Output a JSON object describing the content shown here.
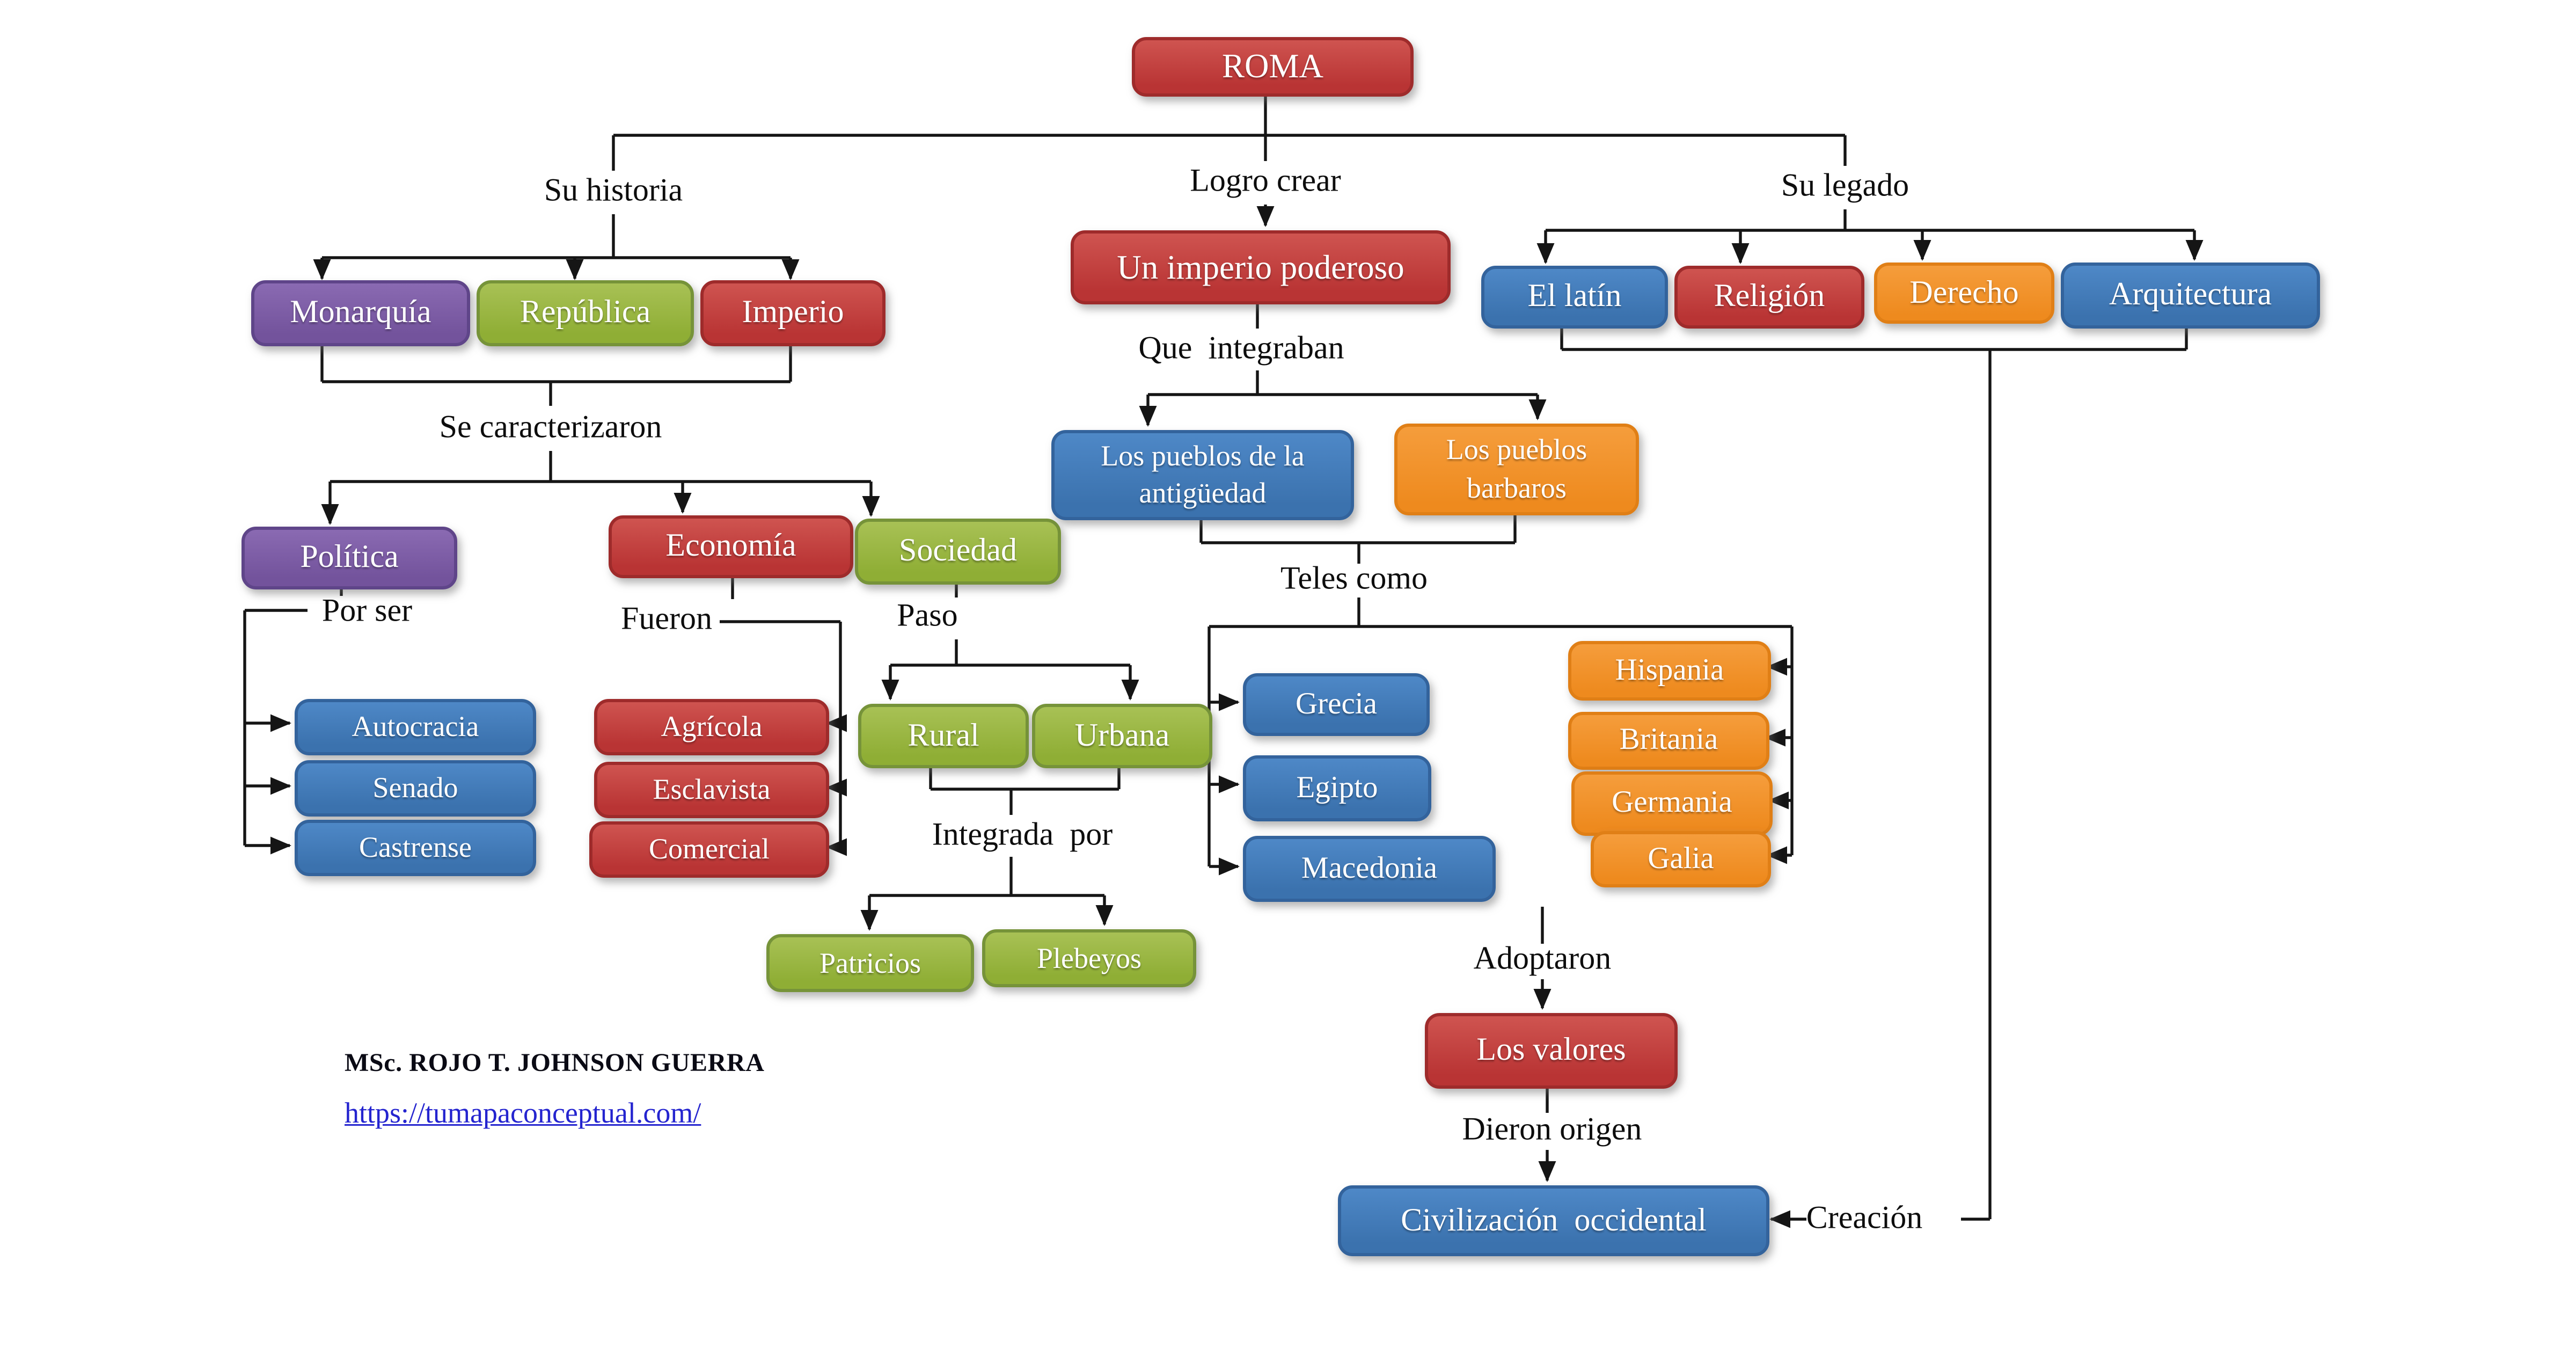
{
  "diagram": {
    "type": "concept-map",
    "topic": "ROMA"
  },
  "palette": {
    "red": "#b93434",
    "purple": "#73539c",
    "green": "#8fae35",
    "blue": "#3b72ae",
    "orange": "#ee8a1e",
    "line_black": "#151515",
    "link_blue": "#2424cf",
    "background": "#ffffff"
  },
  "nodes": {
    "roma": {
      "label": "ROMA",
      "color": "red"
    },
    "monarquia": {
      "label": "Monarquía",
      "color": "purple"
    },
    "republica": {
      "label": "República",
      "color": "green"
    },
    "imperio": {
      "label": "Imperio",
      "color": "red"
    },
    "politica": {
      "label": "Política",
      "color": "purple"
    },
    "economia": {
      "label": "Economía",
      "color": "red"
    },
    "sociedad": {
      "label": "Sociedad",
      "color": "green"
    },
    "autocracia": {
      "label": "Autocracia",
      "color": "blue"
    },
    "senado": {
      "label": "Senado",
      "color": "blue"
    },
    "castrense": {
      "label": "Castrense",
      "color": "blue"
    },
    "agricola": {
      "label": "Agrícola",
      "color": "red"
    },
    "esclavista": {
      "label": "Esclavista",
      "color": "red"
    },
    "comercial": {
      "label": "Comercial",
      "color": "red"
    },
    "rural": {
      "label": "Rural",
      "color": "green"
    },
    "urbana": {
      "label": "Urbana",
      "color": "green"
    },
    "patricios": {
      "label": "Patricios",
      "color": "green"
    },
    "plebeyos": {
      "label": "Plebeyos",
      "color": "green"
    },
    "imperio_poderoso": {
      "label": "Un imperio poderoso",
      "color": "red"
    },
    "pueblos_antiguedad": {
      "label": "Los pueblos de la antigüedad",
      "color": "blue"
    },
    "pueblos_barbaros": {
      "label": "Los pueblos barbaros",
      "color": "orange"
    },
    "grecia": {
      "label": "Grecia",
      "color": "blue"
    },
    "egipto": {
      "label": "Egipto",
      "color": "blue"
    },
    "macedonia": {
      "label": "Macedonia",
      "color": "blue"
    },
    "hispania": {
      "label": "Hispania",
      "color": "orange"
    },
    "britania": {
      "label": "Britania",
      "color": "orange"
    },
    "germania": {
      "label": "Germania",
      "color": "orange"
    },
    "galia": {
      "label": "Galia",
      "color": "orange"
    },
    "los_valores": {
      "label": "Los valores",
      "color": "red"
    },
    "civilizacion": {
      "label": "Civilización  occidental",
      "color": "blue"
    },
    "el_latin": {
      "label": "El latín",
      "color": "blue"
    },
    "religion": {
      "label": "Religión",
      "color": "red"
    },
    "derecho": {
      "label": "Derecho",
      "color": "orange"
    },
    "arquitectura": {
      "label": "Arquitectura",
      "color": "blue"
    }
  },
  "connector_labels": {
    "su_historia": "Su historia",
    "logro_crear": "Logro crear",
    "su_legado": "Su legado",
    "se_caracterizaron": "Se caracterizaron",
    "por_ser": "Por ser",
    "fueron": "Fueron",
    "paso": "Paso",
    "integrada_por": "Integrada  por",
    "que_integraban": "Que  integraban",
    "teles_como": "Teles como",
    "adoptaron": "Adoptaron",
    "dieron_origen": "Dieron origen",
    "creacion": "Creación"
  },
  "credit": {
    "author": "MSc. ROJO T. JOHNSON GUERRA",
    "url": "https://tumapaconceptual.com/"
  }
}
